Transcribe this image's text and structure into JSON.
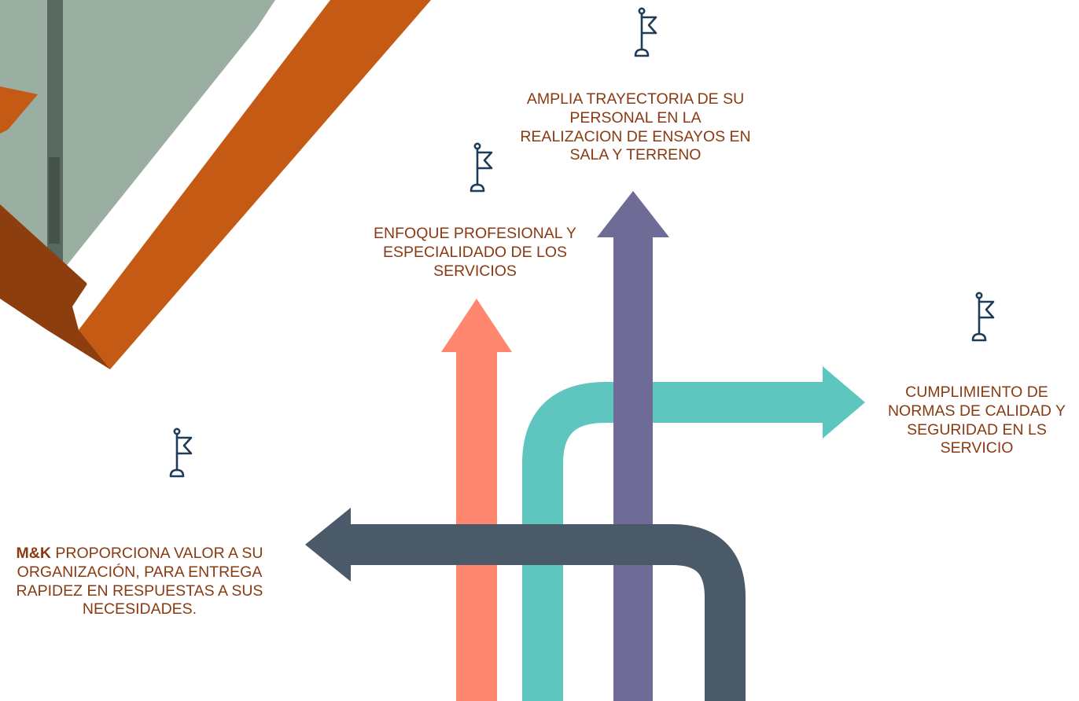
{
  "colors": {
    "text": "#8a3a12",
    "orange_band": "#c55a14",
    "dark_orange": "#8c3e0f",
    "salmon_arrow": "#ff8770",
    "teal_arrow": "#5ec6be",
    "purple_arrow": "#6e6c96",
    "slate_arrow": "#4a5a69",
    "flag_icon": "#1e3c58"
  },
  "icons": {
    "flag": "flag-icon"
  },
  "photo": {
    "icon": "photo-fragment"
  },
  "items": [
    {
      "id": "trayectoria",
      "text": "AMPLIA TRAYECTORIA DE SU PERSONAL EN LA REALIZACION DE ENSAYOS EN SALA Y TERRENO"
    },
    {
      "id": "enfoque",
      "text": "ENFOQUE PROFESIONAL Y ESPECIALIDADO DE LOS SERVICIOS"
    },
    {
      "id": "cumplimiento",
      "text": "CUMPLIMIENTO DE NORMAS DE CALIDAD Y SEGURIDAD EN LS SERVICIO"
    },
    {
      "id": "valor",
      "brand": "M&K",
      "text": " PROPORCIONA VALOR A SU ORGANIZACIÓN, PARA ENTREGA RAPIDEZ EN RESPUESTAS A SUS NECESIDADES."
    }
  ]
}
